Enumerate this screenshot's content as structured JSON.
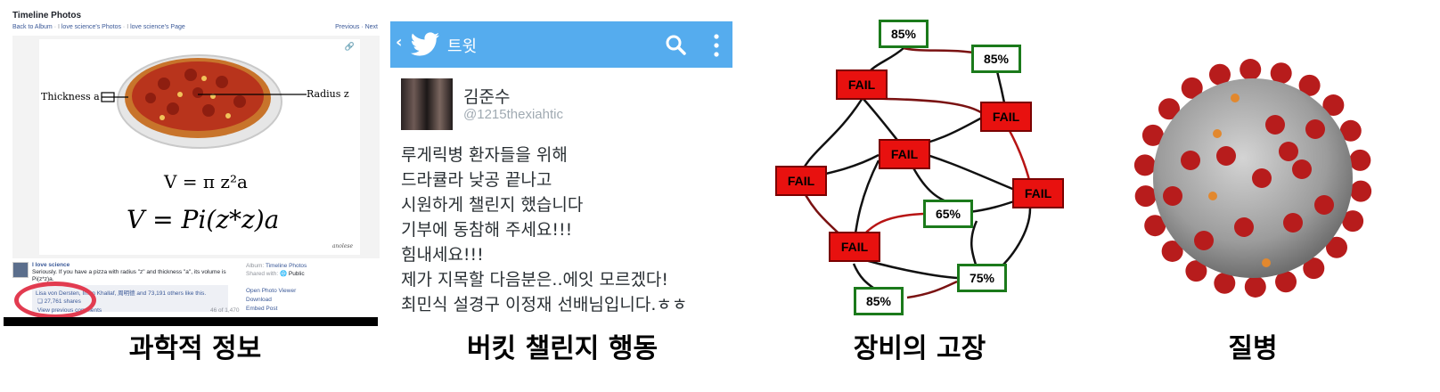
{
  "facebook_panel": {
    "title": "Timeline Photos",
    "breadcrumb_back": "Back to Album",
    "breadcrumb_sep1": " · I ",
    "breadcrumb_mid1": "love science's Photos",
    "breadcrumb_sep2": " · I ",
    "breadcrumb_mid2": "love science's Page",
    "prev_next": "Previous · Next",
    "image": {
      "label_thickness": "Thickness a",
      "label_radius": "Radius z",
      "formula_1": "V = π z²a",
      "formula_2": "V = Pi(z*z)a",
      "watermark": "anolese"
    },
    "post_author": "I love science",
    "post_text": "Seriously. If you have a pizza with radius \"z\" and thickness \"a\", its volume is Pi(z*z)a.",
    "likes_text": "Lisa von Dersten, Iman Khallaf, 周明德 and 73,191 others like this.",
    "shares_text": "27,761 shares",
    "comments_text": "View previous comments",
    "page_count": "46 of 1,470",
    "album_key": "Album:",
    "album_value": "Timeline Photos",
    "shared_key": "Shared with:",
    "shared_value": "Public",
    "links": [
      "Open Photo Viewer",
      "Download",
      "Embed Post"
    ],
    "highlight_color": "#e23b50"
  },
  "tweet_panel": {
    "bar_title": "트윗",
    "bar_color": "#55acee",
    "user_name": "김준수",
    "user_handle": "@1215thexiahtic",
    "lines": [
      "루게릭병 환자들을 위해",
      "드라큘라 낮공 끝나고",
      "시원하게 챌린지 했습니다",
      "기부에 동참해 주세요!!!",
      "힘내세요!!!",
      "제가 지목할 다음분은..에잇 모르겠다!",
      "최민식 설경구 이정재 선배님입니다.ㅎㅎ"
    ]
  },
  "network_panel": {
    "fail_label": "FAIL",
    "fail_color": "#e8110f",
    "ok_border_color": "#1b7a1b",
    "ok_labels": [
      "85%",
      "85%",
      "65%",
      "75%",
      "85%"
    ]
  },
  "virus_panel": {
    "core_color": "#a8a8a8",
    "spike_color": "#b71c1c",
    "accent_color": "#e2882e"
  },
  "captions": [
    "과학적 정보",
    "버킷 챌린지 행동",
    "장비의 고장",
    "질병"
  ]
}
